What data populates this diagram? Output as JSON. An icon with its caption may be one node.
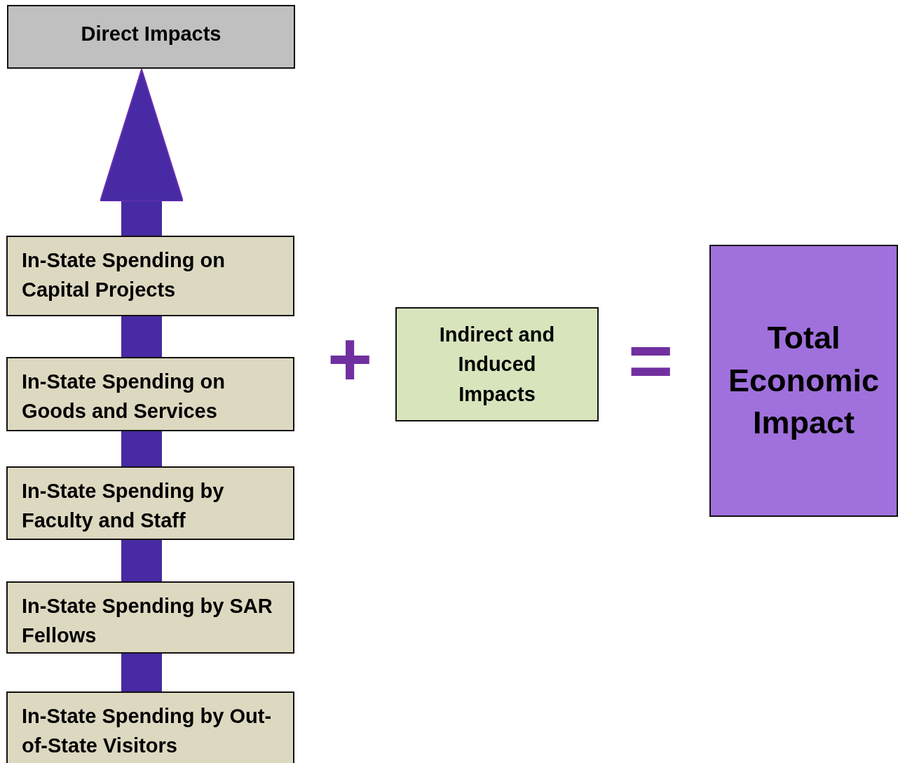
{
  "diagram": {
    "nodes": [
      {
        "text": [
          "Direct Impacts"
        ]
      },
      {
        "text": [
          "In-State Spending on Capital Projects"
        ]
      },
      {
        "text": [
          "In-State Spending on Goods and Services"
        ]
      },
      {
        "text": [
          "In-State Spending by Faculty and Staff"
        ]
      },
      {
        "text": [
          "In-State Spending by SAR Fellows"
        ]
      },
      {
        "text": [
          "In-State Spending by Out-of-State Visitors"
        ]
      },
      {
        "text": [
          "Indirect and Induced Impacts"
        ]
      },
      {
        "text": [
          "Total Economic Impact"
        ]
      }
    ],
    "edges": [
      {
        "from": 5,
        "to": 4,
        "arrow": "none"
      },
      {
        "from": 4,
        "to": 3,
        "arrow": "none"
      },
      {
        "from": 3,
        "to": 2,
        "arrow": "none"
      },
      {
        "from": 2,
        "to": 1,
        "arrow": "none"
      },
      {
        "from": 1,
        "to": 0,
        "arrow": "to"
      }
    ],
    "labels": [
      "+",
      "="
    ]
  }
}
